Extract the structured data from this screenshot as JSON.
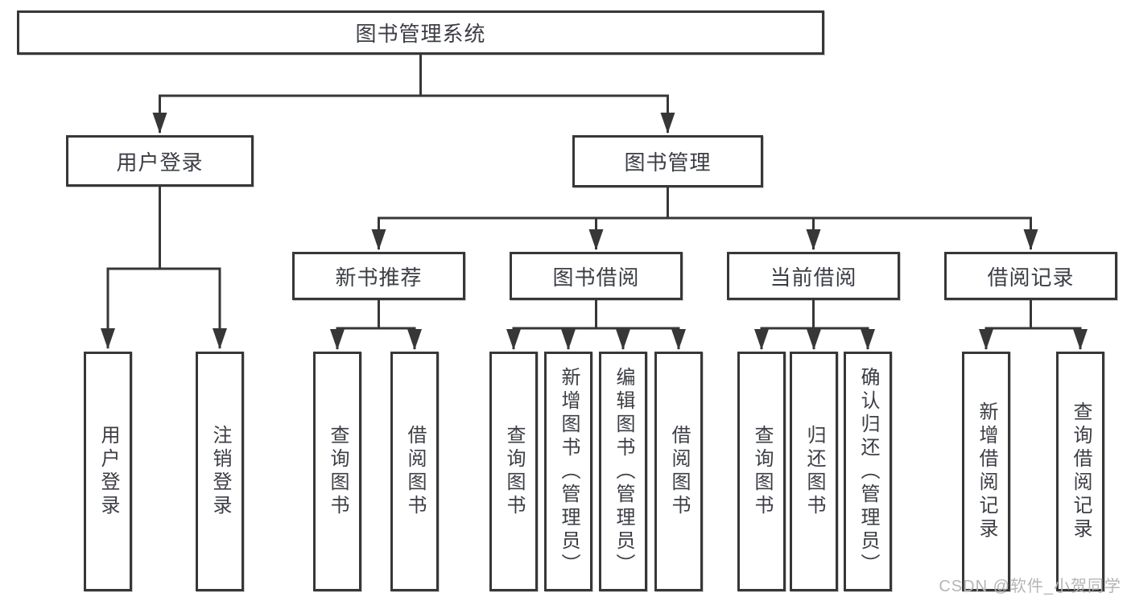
{
  "diagram": {
    "root": {
      "label": "图书管理系统"
    },
    "level2": [
      {
        "label": "用户登录",
        "children": [
          {
            "label": "用户登录"
          },
          {
            "label": "注销登录"
          }
        ]
      },
      {
        "label": "图书管理",
        "children": [
          {
            "label": "新书推荐",
            "children": [
              {
                "label": "查询图书"
              },
              {
                "label": "借阅图书"
              }
            ]
          },
          {
            "label": "图书借阅",
            "children": [
              {
                "label": "查询图书"
              },
              {
                "label": "新增图书（管理员）"
              },
              {
                "label": "编辑图书（管理员）"
              },
              {
                "label": "借阅图书"
              }
            ]
          },
          {
            "label": "当前借阅",
            "children": [
              {
                "label": "查询图书"
              },
              {
                "label": "归还图书"
              },
              {
                "label": "确认归还（管理员）"
              }
            ]
          },
          {
            "label": "借阅记录",
            "children": [
              {
                "label": "新增借阅记录"
              },
              {
                "label": "查询借阅记录"
              }
            ]
          }
        ]
      }
    ],
    "watermark": {
      "text": "CSDN @软件_小贺同学"
    },
    "colors": {
      "line": "#373737",
      "text": "#3b3e44",
      "background": "#ffffff",
      "watermark": "#b5b5b5"
    }
  }
}
